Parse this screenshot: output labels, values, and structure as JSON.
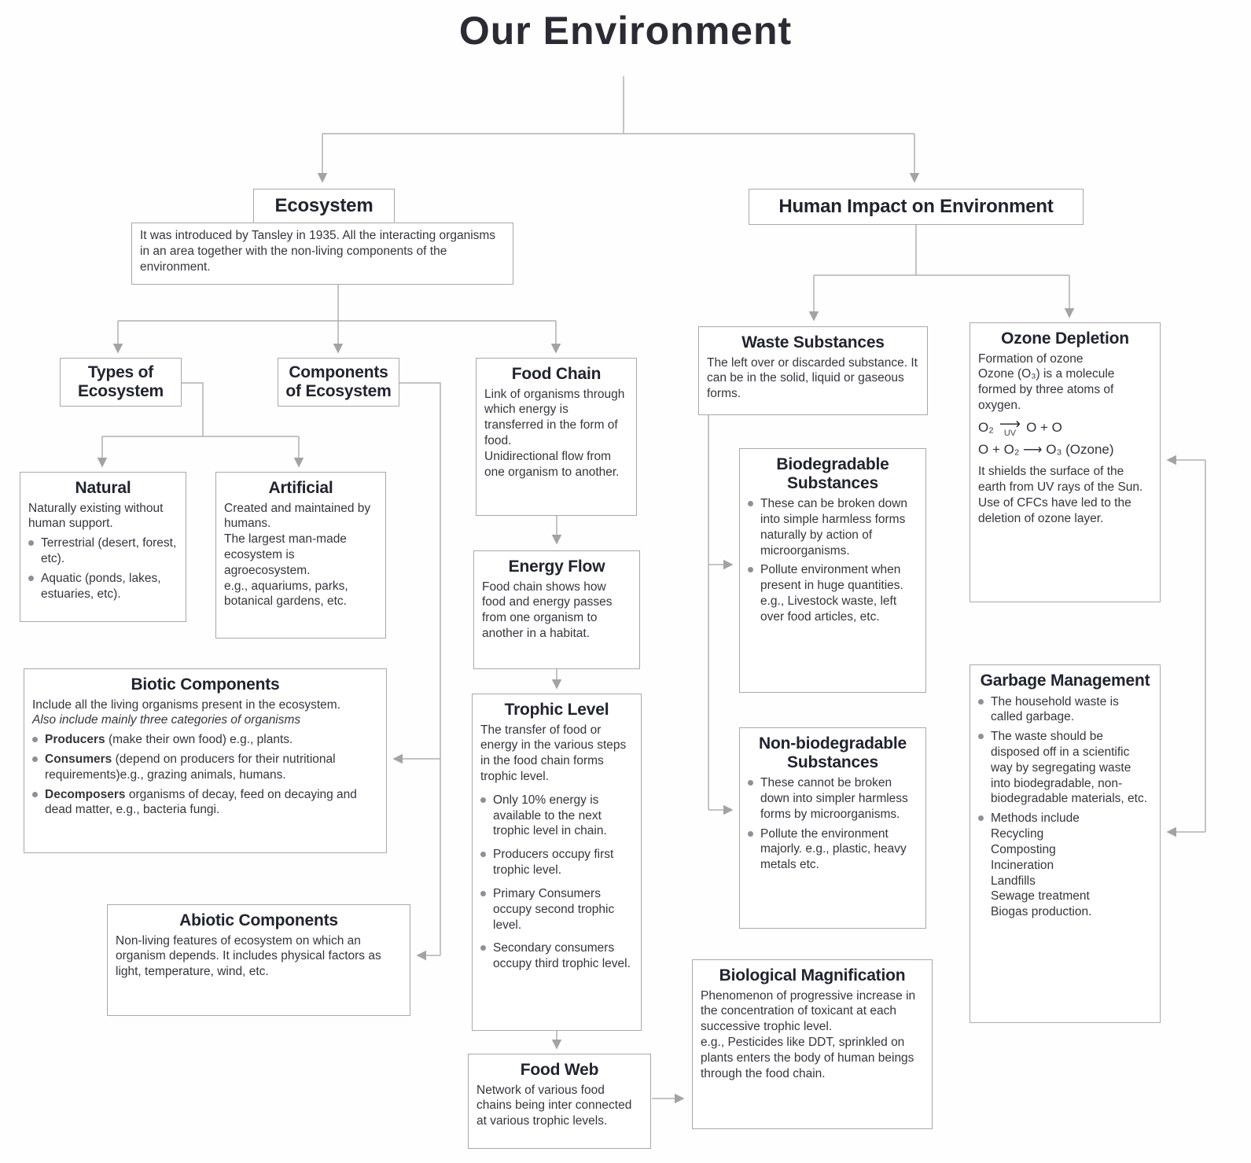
{
  "title": "Our Environment",
  "colors": {
    "box_border": "#a9a9a9",
    "connector": "#b0b0b0",
    "arrowhead": "#a3a3a3",
    "heading_text": "#21242f",
    "body_text": "#35353d"
  },
  "nodes": {
    "ecosystem": {
      "title": "Ecosystem",
      "description": "It was introduced by Tansley in 1935. All the interacting organisms in an area together with the non-living components of the environment."
    },
    "human_impact": {
      "title": "Human Impact on Environment"
    },
    "types": {
      "title": "Types of Ecosystem"
    },
    "components": {
      "title": "Components of Ecosystem"
    },
    "food_chain": {
      "title": "Food Chain",
      "description": "Link of organisms through which energy is transferred in the form of food.\nUnidirectional flow from one organism to another."
    },
    "natural": {
      "title": "Natural",
      "description": "Naturally existing without human support.",
      "bullets": [
        "Terrestrial (desert, forest, etc).",
        "Aquatic (ponds, lakes, estuaries, etc)."
      ]
    },
    "artificial": {
      "title": "Artificial",
      "description": "Created and maintained by humans.\nThe largest man-made ecosystem is agroecosystem.\ne.g., aquariums, parks, botanical gardens, etc."
    },
    "biotic": {
      "title": "Biotic Components",
      "line1": "Include all the living organisms present in the ecosystem.",
      "line2": "Also include mainly three categories of organisms",
      "bullets": [
        {
          "term": "Producers",
          "rest": " (make their own food) e.g., plants."
        },
        {
          "term": "Consumers",
          "rest": " (depend on producers for their nutritional requirements)e.g., grazing animals, humans."
        },
        {
          "term": "Decomposers",
          "rest": " organisms of decay, feed on decaying and dead matter, e.g., bacteria fungi."
        }
      ]
    },
    "abiotic": {
      "title": "Abiotic Components",
      "description": "Non-living features of ecosystem on which an organism depends. It includes physical factors as light, temperature, wind, etc."
    },
    "energy_flow": {
      "title": "Energy Flow",
      "description": "Food chain shows how food and energy passes from one organism to another in a habitat."
    },
    "trophic": {
      "title": "Trophic Level",
      "description": "The transfer of food or energy in the various steps in the food chain forms trophic level.",
      "bullets": [
        "Only 10% energy is available to the next trophic level in chain.",
        "Producers occupy first trophic level.",
        "Primary Consumers occupy second trophic level.",
        "Secondary consumers occupy third trophic level."
      ]
    },
    "food_web": {
      "title": "Food Web",
      "description": "Network of various food chains being inter connected at various trophic levels."
    },
    "bio_mag": {
      "title": "Biological Magnification",
      "description": "Phenomenon of progressive increase in the concentration of toxicant at each successive trophic level.\ne.g.,  Pesticides like DDT, sprinkled on plants enters the body of human beings through the food chain."
    },
    "waste": {
      "title": "Waste Substances",
      "description": "The left over or discarded substance. It can be in the solid, liquid or gaseous forms."
    },
    "biodegradable": {
      "title": "Biodegradable Substances",
      "bullets": [
        "These can be broken down into simple harmless forms naturally by action of microorganisms.",
        "Pollute environment when present in huge quantities.\ne.g., Livestock waste, left over food articles, etc."
      ]
    },
    "non_biodegradable": {
      "title": "Non-biodegradable Substances",
      "bullets": [
        "These cannot be broken down into simpler harmless forms by microorganisms.",
        "Pollute the environment majorly. e.g., plastic, heavy metals etc."
      ]
    },
    "ozone": {
      "title": "Ozone Depletion",
      "intro": "Formation of ozone\nOzone (O₃) is a molecule formed by three atoms of oxygen.",
      "formula1": {
        "left": "O₂",
        "arrow": "⟶",
        "label": "UV",
        "right": "O + O"
      },
      "formula2": "O + O₂ ⟶ O₃ (Ozone)",
      "outro": "It shields the surface of the earth from UV rays of the Sun.\nUse of CFCs have led to the deletion of ozone layer."
    },
    "garbage": {
      "title": "Garbage Management",
      "bullets": [
        "The household waste is called garbage.",
        "The waste should be disposed off in a scientific way by segregating waste into biodegradable, non-biodegradable materials, etc.",
        "Methods include\nRecycling\nComposting\nIncineration\nLandfills\nSewage treatment\nBiogas production."
      ]
    }
  }
}
